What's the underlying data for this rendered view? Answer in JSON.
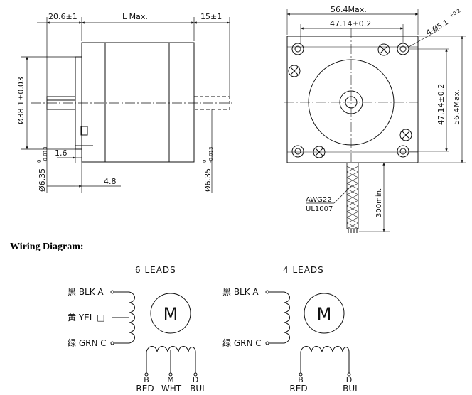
{
  "heading": "Wiring Diagram:",
  "side_view": {
    "dim_shaft_length": "20.6±1",
    "dim_body_length": "L Max.",
    "dim_rear_shaft": "15±1",
    "dim_boss_dia": "Ø38.1±0.03",
    "dim_shaft_dia_front": "Ø6.35",
    "dim_shaft_dia_rear": "Ø6.35",
    "tol_upper": "0",
    "tol_lower": "-0.013",
    "dim_boss_depth": "1.6",
    "dim_flat": "4.8"
  },
  "front_view": {
    "dim_width": "56.4Max.",
    "dim_hole_spacing": "47.14±0.2",
    "dim_holes": "4-Ø5.1",
    "dim_holes_tol": "+0.2",
    "dim_hole_spacing_v": "47.14±0.2",
    "dim_height": "56.4Max.",
    "wire_gauge": "AWG22",
    "wire_spec": "UL1007",
    "lead_length": "300min."
  },
  "wiring": {
    "six_leads": {
      "title": "6 LEADS",
      "labels": [
        "黑 BLK A",
        "黄 YEL □",
        "绿 GRN C"
      ],
      "motor": "M",
      "bottom_letters": [
        "B",
        "M",
        "D"
      ],
      "bottom_colors": [
        "RED",
        "WHT",
        "BUL"
      ]
    },
    "four_leads": {
      "title": "4 LEADS",
      "labels": [
        "黑 BLK A",
        "绿 GRN C"
      ],
      "motor": "M",
      "bottom_letters": [
        "B",
        "D"
      ],
      "bottom_colors": [
        "RED",
        "BUL"
      ]
    }
  }
}
